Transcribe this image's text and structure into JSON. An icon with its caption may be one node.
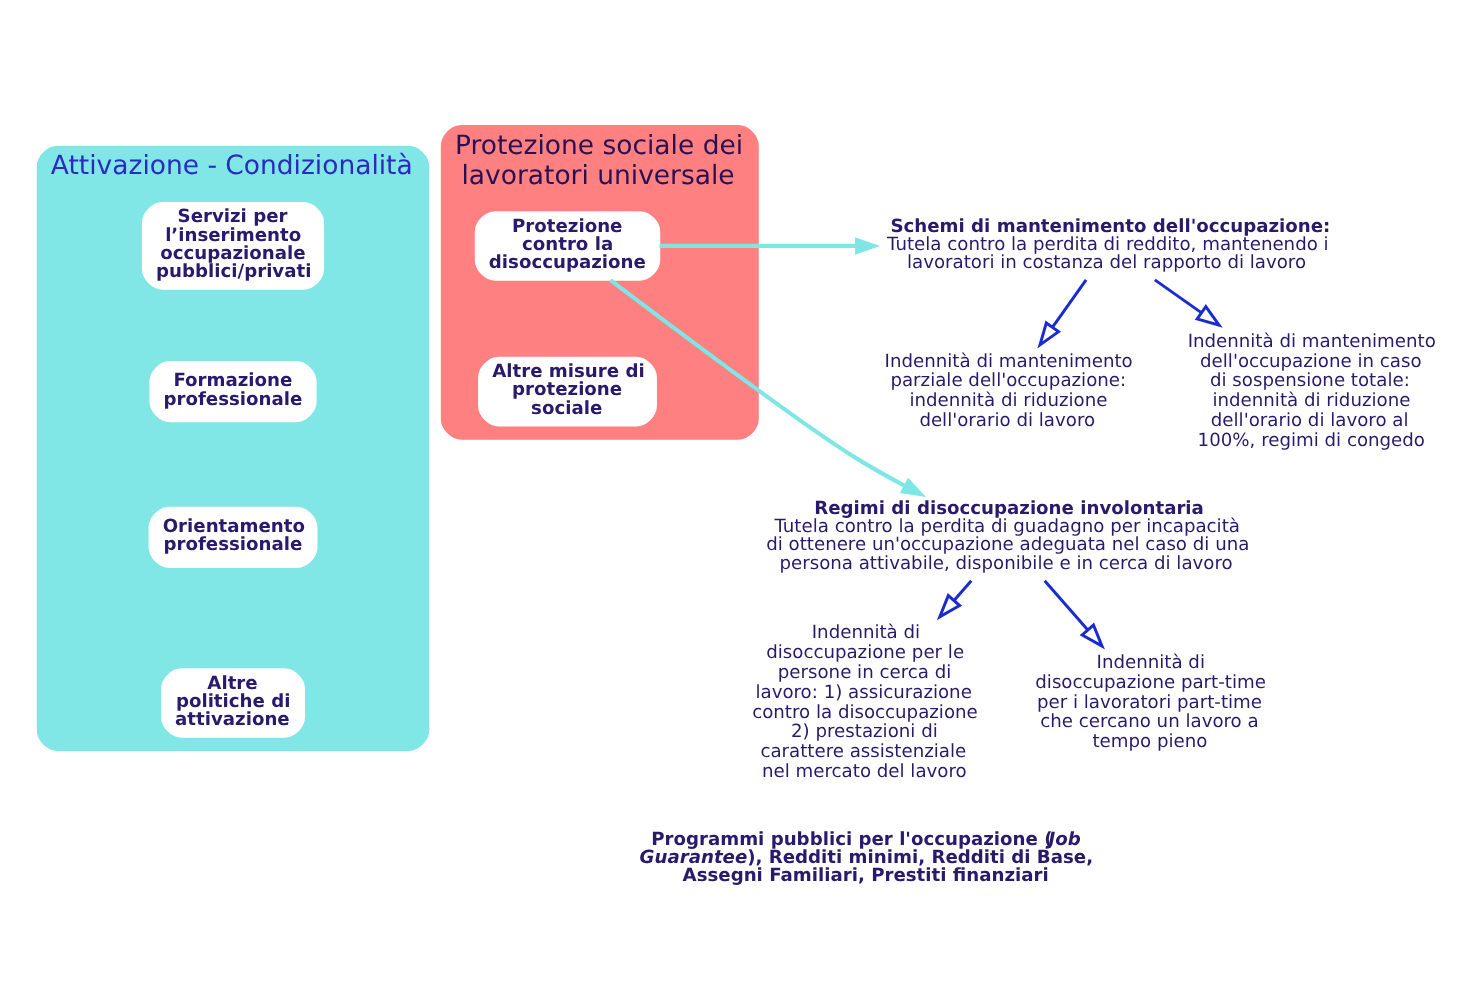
{
  "diagram": {
    "nodes": [
      {
        "text": [
          "Attivazione - Condizionalità"
        ]
      },
      {
        "text": [
          "Protezione sociale dei lavoratori universale"
        ]
      },
      {
        "text": [
          "Servizi per l’inserimento occupazionale pubblici/privati"
        ],
        "in": 0
      },
      {
        "text": [
          "Formazione professionale"
        ],
        "in": 0
      },
      {
        "text": [
          "Orientamento professionale"
        ],
        "in": 0
      },
      {
        "text": [
          "Altre politiche di attivazione"
        ],
        "in": 0
      },
      {
        "text": [
          "Schemi di mantenimento dell'occupazione:",
          "Tutela contro la perdita di reddito, mantenendo i lavoratori in costanza del rapporto di lavoro"
        ]
      },
      {
        "text": [
          "Indennità di mantenimento parziale dell'occupazione: indennità di riduzione dell'orario di lavoro"
        ]
      },
      {
        "text": [
          "Indennità di mantenimento dell'occupazione in caso di sospensione totale: indennità di riduzione dell'orario di lavoro al 100%, regimi di congedo"
        ]
      },
      {
        "text": [
          "Protezione contro la disoccupazione"
        ],
        "in": 1
      },
      {
        "text": [
          "Regimi di disoccupazione involontaria",
          "Tutela contro la perdita di guadagno per incapacità di ottenere un'occupazione adeguata nel caso di una persona attivabile, disponibile e in cerca di lavoro"
        ]
      },
      {
        "text": [
          "Indennità di disoccupazione per le persone in cerca di lavoro: 1) assicurazione contro la disoccupazione 2) prestazioni di carattere assistenziale nel mercato del lavoro"
        ]
      },
      {
        "text": [
          "Indennità di disoccupazione part-time per i lavoratori part-time che cercano un lavoro a tempo pieno"
        ]
      },
      {
        "text": [
          "Programmi pubblici per l'occupazione (*Job Guarantee*), Redditi minimi, Redditi di Base, Assegni Familiari, Prestiti finanziari"
        ]
      },
      {
        "text": [
          "Altre misure di protezione sociale"
        ],
        "in": 1
      }
    ],
    "edges": [
      {
        "from": 6,
        "to": 7,
        "arrow": "to"
      },
      {
        "from": 6,
        "to": 8,
        "arrow": "to"
      },
      {
        "from": 9,
        "to": 6,
        "arrow": "to",
        "color": "#7fe6e6"
      },
      {
        "from": 9,
        "to": 10,
        "arrow": "to",
        "color": "#7fe6e6"
      },
      {
        "from": 10,
        "to": 11,
        "arrow": "to"
      },
      {
        "from": 10,
        "to": 12,
        "arrow": "to"
      }
    ]
  }
}
